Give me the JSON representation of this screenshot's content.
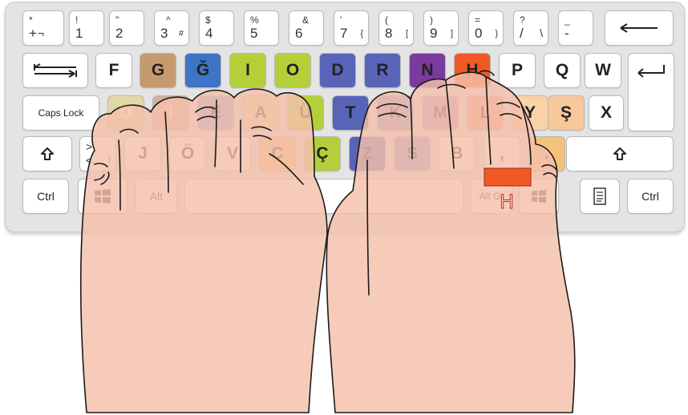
{
  "keys": {
    "row1": [
      {
        "id": "key-asterisk-plus",
        "top": "*",
        "main": "+",
        "side": "¬"
      },
      {
        "id": "key-1",
        "top": "!",
        "main": "1"
      },
      {
        "id": "key-2",
        "top": "\"",
        "main": "2"
      },
      {
        "id": "key-3",
        "top": "^",
        "main": "3",
        "side": "#"
      },
      {
        "id": "key-4",
        "top": "$",
        "main": "4"
      },
      {
        "id": "key-5",
        "top": "%",
        "main": "5"
      },
      {
        "id": "key-6",
        "top": "&",
        "main": "6"
      },
      {
        "id": "key-7",
        "top": "'",
        "main": "7",
        "side": "{"
      },
      {
        "id": "key-8",
        "top": "(",
        "main": "8",
        "side": "["
      },
      {
        "id": "key-9",
        "top": ")",
        "main": "9",
        "side": "]"
      },
      {
        "id": "key-0",
        "top": "=",
        "main": "0",
        "side": "}"
      },
      {
        "id": "key-question",
        "top": "?",
        "main": "/",
        "side": "\\"
      },
      {
        "id": "key-dash",
        "top": "_",
        "main": "-"
      },
      {
        "id": "key-backspace",
        "icon": "backspace-arrow-icon",
        "glyph": "⟵"
      }
    ],
    "row2": [
      {
        "id": "key-tab",
        "icon": "tab-arrows-icon",
        "glyph": "⇆"
      },
      {
        "id": "key-f",
        "main": "F",
        "color": "#ffffff"
      },
      {
        "id": "key-g",
        "main": "G",
        "color": "#c59a6e"
      },
      {
        "id": "key-g-breve",
        "main": "Ğ",
        "color": "#3d74c6"
      },
      {
        "id": "key-i",
        "main": "I",
        "color": "#b5cf3b"
      },
      {
        "id": "key-o",
        "main": "O",
        "color": "#b5cf3b"
      },
      {
        "id": "key-d",
        "main": "D",
        "color": "#5864b8"
      },
      {
        "id": "key-r",
        "main": "R",
        "color": "#5864b8"
      },
      {
        "id": "key-n",
        "main": "N",
        "color": "#7a3a9e"
      },
      {
        "id": "key-h",
        "main": "H",
        "color": "#ef5a24"
      },
      {
        "id": "key-p",
        "main": "P",
        "color": "#ffffff"
      },
      {
        "id": "key-q",
        "main": "Q",
        "color": "#ffffff"
      },
      {
        "id": "key-w",
        "main": "W",
        "color": "#ffffff"
      },
      {
        "id": "key-enter",
        "icon": "enter-return-icon",
        "glyph": "↵"
      }
    ],
    "row3": [
      {
        "id": "key-caps-lock",
        "label": "Caps Lock"
      },
      {
        "id": "key-u",
        "main": "U",
        "color": "#e3d7a6"
      },
      {
        "id": "key-dotted-i",
        "main": "İ",
        "color": "#d2b19a"
      },
      {
        "id": "key-e",
        "main": "E",
        "color": "#8da2dc"
      },
      {
        "id": "key-a",
        "main": "A",
        "color": "#d7de9a"
      },
      {
        "id": "key-u-umlaut",
        "main": "Ü",
        "color": "#b5cf3b"
      },
      {
        "id": "key-t",
        "main": "T",
        "color": "#5864b8"
      },
      {
        "id": "key-k",
        "main": "K",
        "color": "#8893d2"
      },
      {
        "id": "key-m",
        "main": "M",
        "color": "#b291c6"
      },
      {
        "id": "key-l",
        "main": "L",
        "color": "#f29a82"
      },
      {
        "id": "key-y",
        "main": "Y",
        "color": "#f8d3a8"
      },
      {
        "id": "key-s-cedilla",
        "main": "Ş",
        "color": "#f8c79b"
      },
      {
        "id": "key-x",
        "main": "X",
        "color": "#ffffff"
      }
    ],
    "row4": [
      {
        "id": "key-left-shift",
        "icon": "shift-arrow-icon",
        "glyph": "⇧"
      },
      {
        "id": "key-angle",
        "top": ">",
        "main": "<",
        "side": "|"
      },
      {
        "id": "key-j",
        "main": "J",
        "color": "#ffffff"
      },
      {
        "id": "key-o-umlaut",
        "main": "Ö",
        "color": "#ffffff"
      },
      {
        "id": "key-v",
        "main": "V",
        "color": "#ffffff"
      },
      {
        "id": "key-c",
        "main": "C",
        "color": "#f5c27a"
      },
      {
        "id": "key-c-cedilla",
        "main": "Ç",
        "color": "#b5cf3b"
      },
      {
        "id": "key-z",
        "main": "Z",
        "color": "#5864b8"
      },
      {
        "id": "key-s",
        "main": "S",
        "color": "#8893d2"
      },
      {
        "id": "key-b",
        "main": "B",
        "color": "#ffffff"
      },
      {
        "id": "key-comma",
        "main": ",",
        "color": "#ffffff"
      },
      {
        "id": "key-dot",
        "main": ".",
        "color": "#f5c27a"
      },
      {
        "id": "key-right-shift",
        "icon": "shift-arrow-icon",
        "glyph": "⇧"
      }
    ],
    "row5": [
      {
        "id": "key-left-ctrl",
        "label": "Ctrl"
      },
      {
        "id": "key-windows",
        "icon": "windows-logo-icon"
      },
      {
        "id": "key-alt",
        "label": "Alt"
      },
      {
        "id": "key-space",
        "label": ""
      },
      {
        "id": "key-alt-gr",
        "label": "Alt Gr"
      },
      {
        "id": "key-right-windows",
        "icon": "windows-logo-icon"
      },
      {
        "id": "key-menu",
        "icon": "context-menu-icon"
      },
      {
        "id": "key-right-ctrl",
        "label": "Ctrl"
      }
    ]
  },
  "highlight": {
    "finger": "right-ring-finger",
    "key": "H",
    "label": "H",
    "marker_color": "#ef5a24"
  },
  "colors": {
    "skin": "#f5c0ab",
    "outline": "#1a1a1a",
    "keyboard_bg": "#e4e4e4"
  }
}
